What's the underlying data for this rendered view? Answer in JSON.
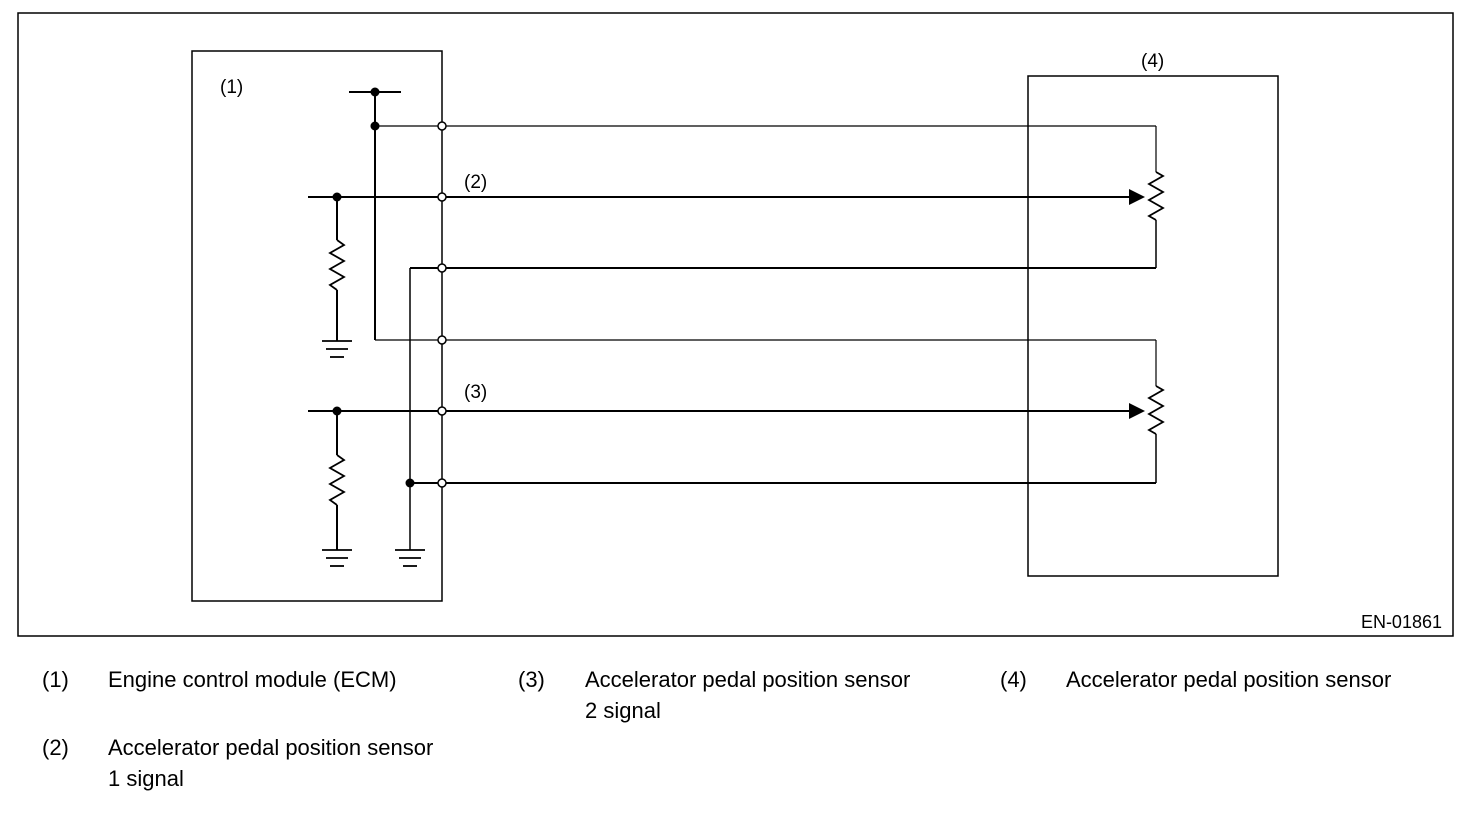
{
  "diagram": {
    "figure_code": "EN-01861",
    "callouts": {
      "ecm": "(1)",
      "signal_1": "(2)",
      "signal_2": "(3)",
      "sensor": "(4)"
    }
  },
  "legend": [
    {
      "num": "(1)",
      "text": "Engine control module (ECM)"
    },
    {
      "num": "(2)",
      "text": "Accelerator pedal position sensor\n1 signal"
    },
    {
      "num": "(3)",
      "text": "Accelerator pedal position sensor\n2 signal"
    },
    {
      "num": "(4)",
      "text": "Accelerator pedal position sensor"
    }
  ]
}
